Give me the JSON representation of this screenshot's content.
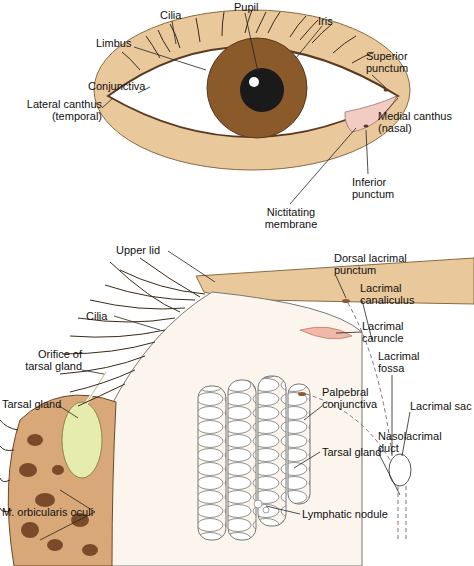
{
  "diagram": {
    "labels": [
      "Pupil",
      "Cilia",
      "Iris",
      "Limbus",
      "Superior punctum",
      "Conjunctiva",
      "Lateral canthus (temporal)",
      "Medial canthus (nasal)",
      "Inferior punctum",
      "Nictitating membrane",
      "Upper lid",
      "Dorsal lacrimal punctum",
      "Cilia",
      "Lacrimal canaliculus",
      "Lacrimal caruncle",
      "Orifice of tarsal gland",
      "Lacrimal fossa",
      "Tarsal gland",
      "Lacrimal sac",
      "Palpebral conjunctiva",
      "Nasolacrimal duct",
      "Tarsal gland",
      "M. orbicularis oculi",
      "Lymphatic nodule"
    ]
  }
}
